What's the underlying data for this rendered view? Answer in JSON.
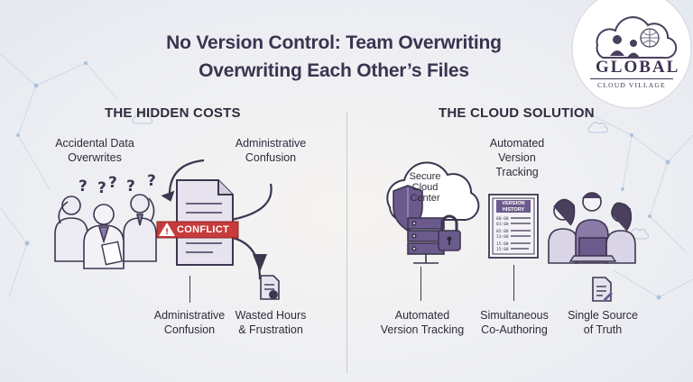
{
  "title": {
    "line1": "No Version Control: Team Overwriting",
    "line2": "Overwriting Each Other’s Files"
  },
  "logo": {
    "brand": "GLOBAL",
    "tagline": "CLOUD VILLAGE"
  },
  "left": {
    "heading": "THE HIDDEN COSTS",
    "top_labels": {
      "accidental_line1": "Accidental Data",
      "accidental_line2": "Overwrites",
      "admin_line1": "Administrative",
      "admin_line2": "Confusion"
    },
    "conflict_banner": "CONFLICT",
    "bottom_labels": {
      "admin_line1": "Administrative",
      "admin_line2": "Confusion",
      "wasted_line1": "Wasted Hours",
      "wasted_line2": "& Frustration"
    }
  },
  "right": {
    "heading": "THE CLOUD SOLUTION",
    "cloud_line1": "Secure",
    "cloud_line2": "Cloud",
    "cloud_line3": "Center",
    "top_label_line1": "Automated",
    "top_label_line2": "Version",
    "top_label_line3": "Tracking",
    "doc_header_line1": "VERSION",
    "doc_header_line2": "HISTORY",
    "bottom_labels": {
      "auto_line1": "Automated",
      "auto_line2": "Version Tracking",
      "sim_line1": "Simultaneous",
      "sim_line2": "Co-Authoring",
      "single_line1": "Single Source",
      "single_line2": "of Truth"
    }
  },
  "colors": {
    "title": "#3a3450",
    "purple": "#6b5a8c",
    "red": "#c63b3b",
    "ink": "#3c3650"
  }
}
